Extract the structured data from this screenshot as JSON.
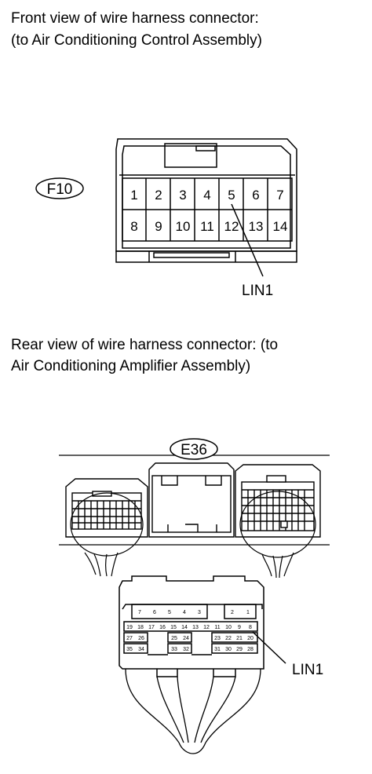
{
  "captions": {
    "front_line1": "Front view of wire harness connector:",
    "front_line2": "(to Air Conditioning Control Assembly)",
    "rear_line1": "Rear view of wire harness connector: (to",
    "rear_line2": "Air Conditioning Amplifier Assembly)"
  },
  "f10": {
    "name": "F10",
    "top_row": [
      "1",
      "2",
      "3",
      "4",
      "5",
      "6",
      "7"
    ],
    "bottom_row": [
      "8",
      "9",
      "10",
      "11",
      "12",
      "13",
      "14"
    ],
    "callout": "LIN1"
  },
  "e36": {
    "name": "E36",
    "row1_left": [
      "7",
      "6",
      "5",
      "4",
      "3"
    ],
    "row1_right": [
      "2",
      "1"
    ],
    "row2": [
      "19",
      "18",
      "17",
      "16",
      "15",
      "14",
      "13",
      "12",
      "11",
      "10",
      "9",
      "8"
    ],
    "row3_left": [
      "27",
      "26"
    ],
    "row3_mid": [
      "25",
      "24"
    ],
    "row3_right": [
      "23",
      "22",
      "21",
      "20"
    ],
    "row4_left": [
      "35",
      "34"
    ],
    "row4_mid": [
      "33",
      "32"
    ],
    "row4_right": [
      "31",
      "30",
      "29",
      "28"
    ],
    "callout": "LIN1"
  }
}
